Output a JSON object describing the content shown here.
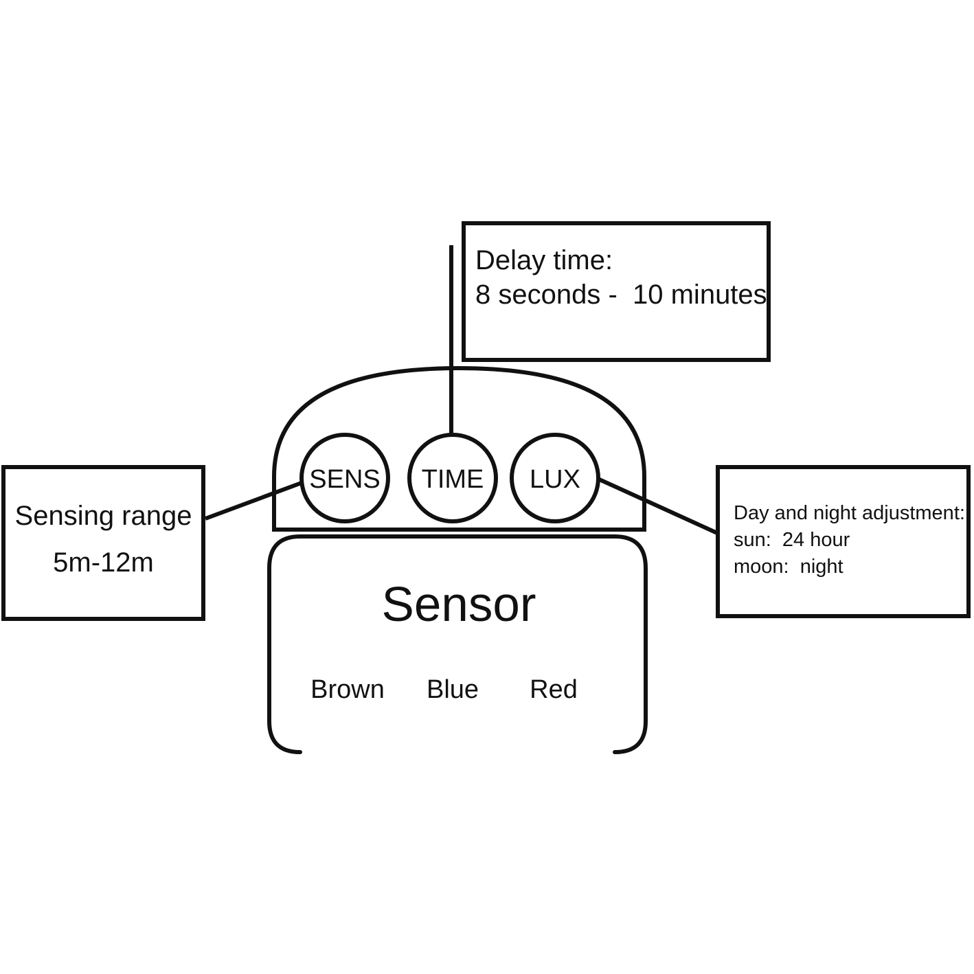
{
  "diagram": {
    "device_label": "Sensor",
    "knobs": [
      {
        "label": "SENS"
      },
      {
        "label": "TIME"
      },
      {
        "label": "LUX"
      }
    ],
    "wires": [
      {
        "label": "Brown"
      },
      {
        "label": "Blue"
      },
      {
        "label": "Red"
      }
    ],
    "callouts": {
      "delay_time": {
        "title": "Delay time:",
        "range": "8 seconds -  10 minutes"
      },
      "sensing_range": {
        "title": "Sensing range",
        "range": "5m-12m"
      },
      "day_night": {
        "title": "Day and night adjustment:",
        "sun_line": "sun:  24 hour",
        "moon_line": "moon:  night"
      }
    },
    "colors": {
      "line": "#111111",
      "background": "#ffffff"
    }
  }
}
